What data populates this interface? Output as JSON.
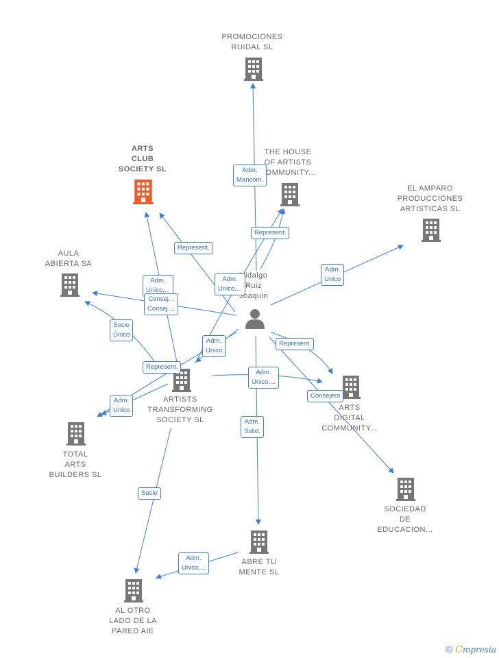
{
  "colors": {
    "edge": "#3a7fd5",
    "building": "#777777",
    "highlight": "#f05a28",
    "person": "#777777"
  },
  "nodes": {
    "promociones": {
      "lines": [
        "PROMOCIONES",
        "RUIDAL SL"
      ],
      "icon": "building-icon"
    },
    "house": {
      "lines": [
        "THE HOUSE",
        "OF ARTISTS",
        "COMMUNITY..."
      ],
      "icon": "building-icon"
    },
    "arts_club": {
      "lines": [
        "ARTS",
        "CLUB",
        "SOCIETY  SL"
      ],
      "icon": "building-icon"
    },
    "el_amparo": {
      "lines": [
        "EL AMPARO",
        "PRODUCCIONES",
        "ARTISTICAS SL"
      ],
      "icon": "building-icon"
    },
    "aula": {
      "lines": [
        "AULA",
        "ABIERTA SA"
      ],
      "icon": "building-icon"
    },
    "person": {
      "lines": [
        "Hidalgo",
        "Ruiz",
        "Joaquin"
      ],
      "icon": "person-icon"
    },
    "artists_transforming": {
      "lines": [
        "ARTISTS",
        "TRANSFORMING",
        "SOCIETY  SL"
      ],
      "icon": "building-icon"
    },
    "arts_digital": {
      "lines": [
        "ARTS",
        "DIGITAL",
        "COMMUNITY..."
      ],
      "icon": "building-icon"
    },
    "total_arts": {
      "lines": [
        "TOTAL",
        "ARTS",
        "BUILDERS  SL"
      ],
      "icon": "building-icon"
    },
    "sociedad": {
      "lines": [
        "SOCIEDAD",
        "DE",
        "EDUCACION..."
      ],
      "icon": "building-icon"
    },
    "abre": {
      "lines": [
        "ABRE TU",
        "MENTE  SL"
      ],
      "icon": "building-icon"
    },
    "al_otro": {
      "lines": [
        "AL OTRO",
        "LADO DE LA",
        "PARED AIE"
      ],
      "icon": "building-icon"
    }
  },
  "relations": [
    {
      "lines": [
        "Adm.",
        "Mancom."
      ]
    },
    {
      "lines": [
        "Represent."
      ]
    },
    {
      "lines": [
        "Represent."
      ]
    },
    {
      "lines": [
        "Adm.",
        "Unico,..."
      ]
    },
    {
      "lines": [
        "Adm.",
        "Unico,..."
      ]
    },
    {
      "lines": [
        "Consej. ,",
        "Consej...."
      ]
    },
    {
      "lines": [
        "Adm.",
        "Unico"
      ]
    },
    {
      "lines": [
        "Socio",
        "Único"
      ]
    },
    {
      "lines": [
        "Adm.",
        "Unico"
      ]
    },
    {
      "lines": [
        "Represent."
      ]
    },
    {
      "lines": [
        "Represent."
      ]
    },
    {
      "lines": [
        "Adm.",
        "Unico,..."
      ]
    },
    {
      "lines": [
        "Consejero"
      ]
    },
    {
      "lines": [
        "Adm.",
        "Unico"
      ]
    },
    {
      "lines": [
        "Adm.",
        "Solid."
      ]
    },
    {
      "lines": [
        "Socio"
      ]
    },
    {
      "lines": [
        "Adm.",
        "Unico,..."
      ]
    }
  ],
  "footer": {
    "copyright": "©",
    "brand_initial": "C",
    "brand_rest": "mpresia"
  }
}
